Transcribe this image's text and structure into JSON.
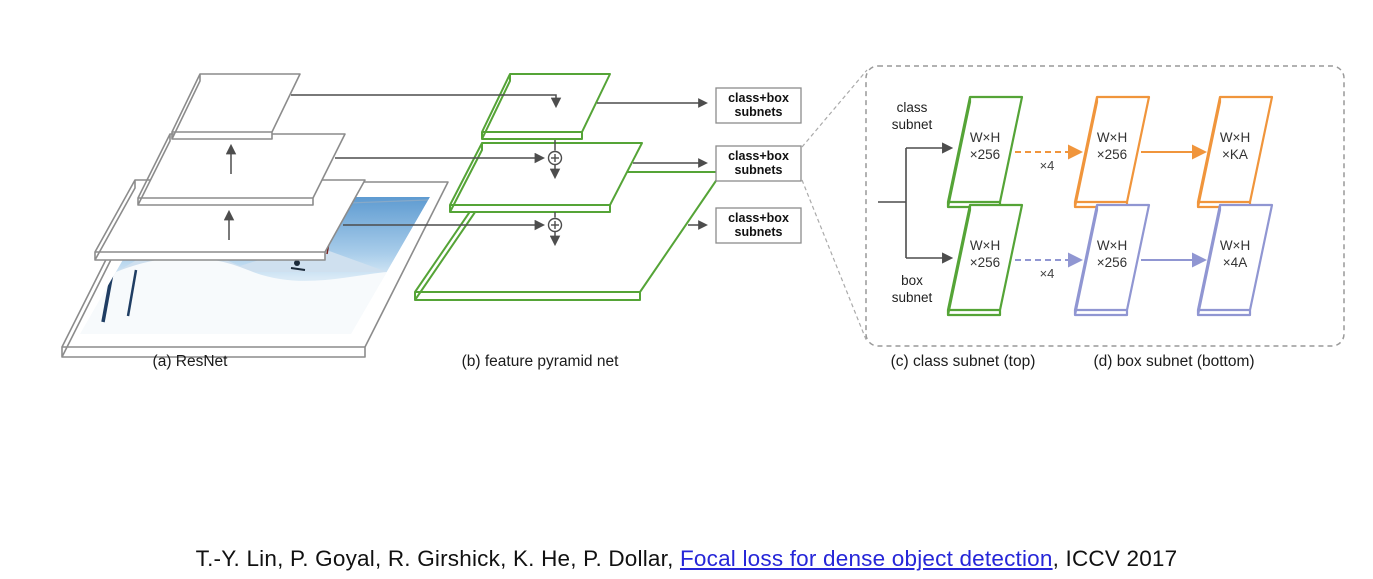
{
  "colors": {
    "resnet_gray": "#8c8c8c",
    "fpn_green": "#55a437",
    "class_orange": "#f0953c",
    "box_purple": "#9096d2",
    "arrow_gray": "#4d4d4d",
    "link_blue": "#2626d8"
  },
  "panel_a": {
    "caption": "(a) ResNet"
  },
  "panel_b": {
    "caption": "(b) feature pyramid net",
    "subnet_boxes": [
      {
        "line1": "class+box",
        "line2": "subnets"
      },
      {
        "line1": "class+box",
        "line2": "subnets"
      },
      {
        "line1": "class+box",
        "line2": "subnets"
      }
    ]
  },
  "panel_detail": {
    "caption_c": "(c) class subnet (top)",
    "caption_d": "(d) box subnet (bottom)",
    "class_subnet_label": {
      "line1": "class",
      "line2": "subnet"
    },
    "box_subnet_label": {
      "line1": "box",
      "line2": "subnet"
    },
    "repeat_label": "×4",
    "class_row": [
      {
        "line1": "W×H",
        "line2": "×256"
      },
      {
        "line1": "W×H",
        "line2": "×256"
      },
      {
        "line1": "W×H",
        "line2": "×KA"
      }
    ],
    "box_row": [
      {
        "line1": "W×H",
        "line2": "×256"
      },
      {
        "line1": "W×H",
        "line2": "×256"
      },
      {
        "line1": "W×H",
        "line2": "×4A"
      }
    ]
  },
  "caption": {
    "authors": "T.-Y. Lin, P. Goyal, R. Girshick, K. He, P. Dollar, ",
    "link_text": "Focal loss for dense object detection",
    "suffix": ", ICCV 2017"
  }
}
